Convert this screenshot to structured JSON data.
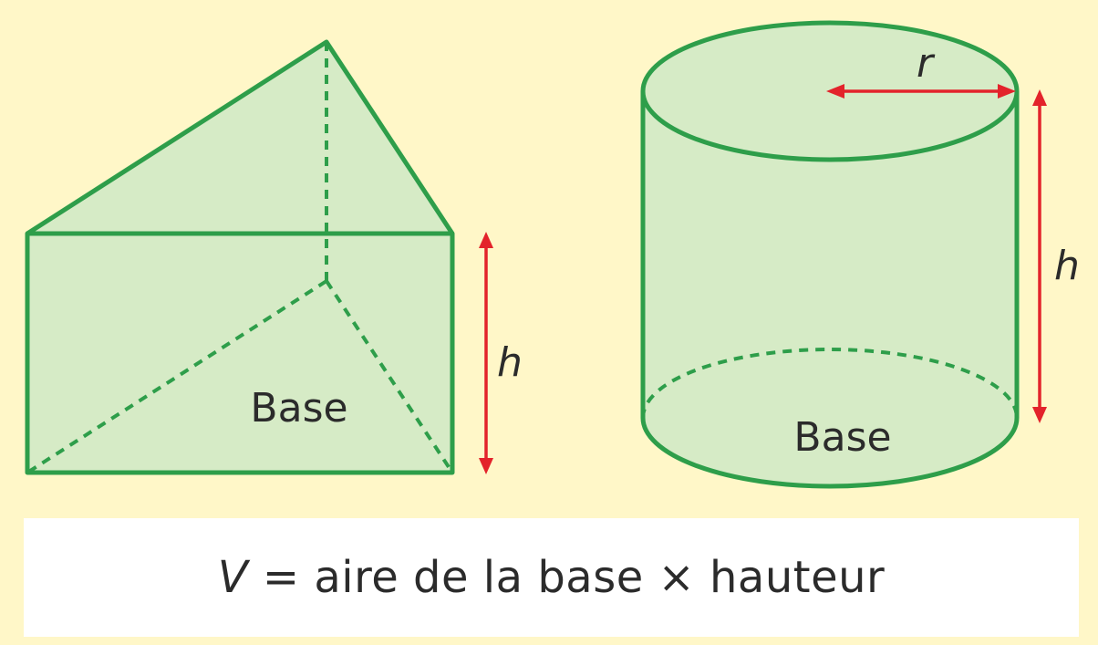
{
  "colors": {
    "background": "#fff7c8",
    "shape_stroke": "#2e9e4a",
    "shape_fill": "#d6ebc6",
    "arrow": "#e3232b",
    "text": "#2b2b2b",
    "formula_box": "#ffffff"
  },
  "prism": {
    "base_label": "Base",
    "height_label": "h"
  },
  "cylinder": {
    "base_label": "Base",
    "radius_label": "r",
    "height_label": "h"
  },
  "formula": {
    "variable": "V",
    "equals": "=",
    "text_1": "aire de la base",
    "times": "×",
    "text_2": "hauteur"
  }
}
